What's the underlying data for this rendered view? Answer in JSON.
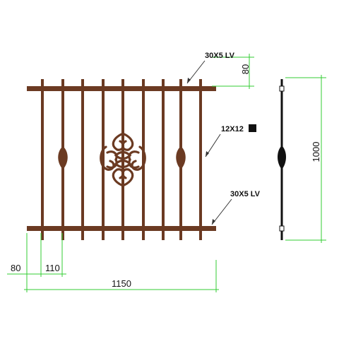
{
  "labels": {
    "top_bar": "30X5 LV",
    "picket": "12X12",
    "bottom_bar": "30X5 LV"
  },
  "dimensions": {
    "top_offset": "80",
    "height": "1000",
    "side_offset": "80",
    "picket_spacing": "110",
    "width": "1150"
  },
  "colors": {
    "iron": "#6b3a22",
    "side_view": "#111111",
    "dimension": "#33cc33",
    "leader": "#333333",
    "text": "#111111"
  },
  "symbols": {
    "picket_section": "filled-square-icon"
  }
}
